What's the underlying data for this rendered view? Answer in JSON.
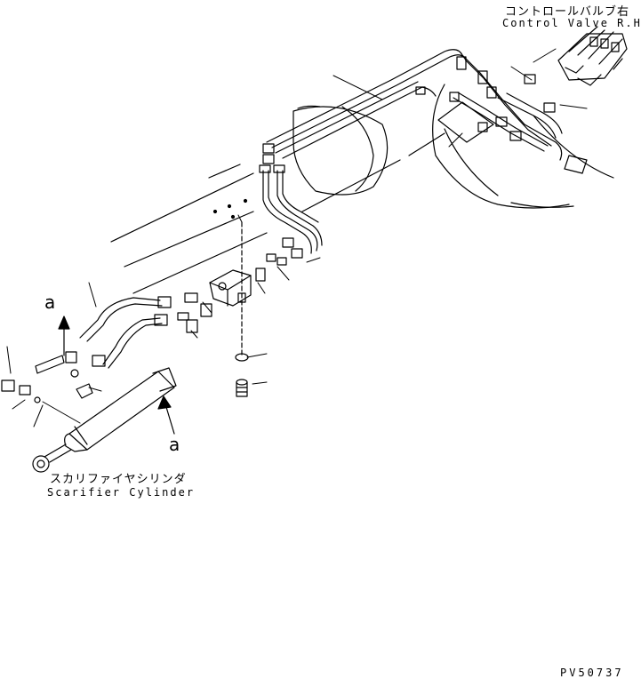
{
  "labels": {
    "control_valve_jp": "コントロールバルブ右",
    "control_valve_en": "Control Valve R.H.",
    "scarifier_jp": "スカリファイヤシリンダ",
    "scarifier_en": "Scarifier Cylinder",
    "callout_upper": "a",
    "callout_lower": "a",
    "drawing_code": "PV50737"
  }
}
